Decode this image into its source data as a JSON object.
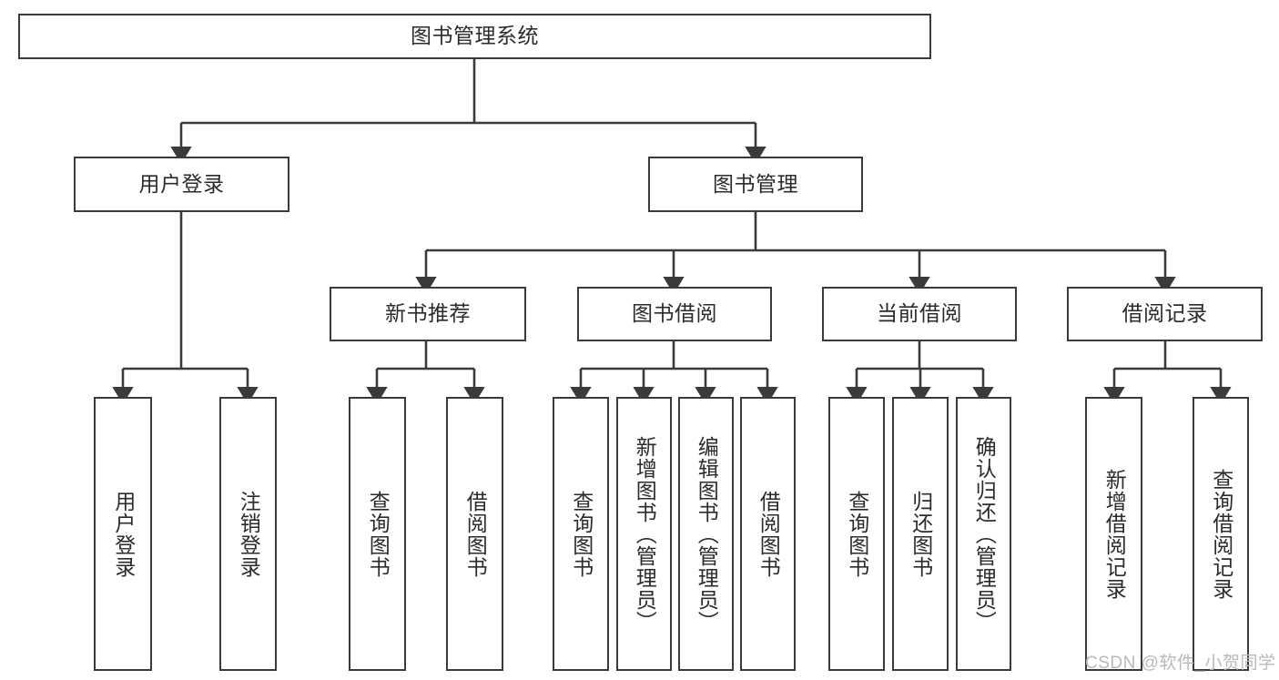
{
  "diagram": {
    "title": "图书管理系统",
    "watermark": "CSDN @软件_小贺同学",
    "line_color": "#3a3a3a",
    "box_border_color": "#3a3a3a",
    "box_fill_color": "#ffffff",
    "text_color": "#2b2b2b",
    "watermark_color": "#b9b9b9",
    "root": {
      "label": "图书管理系统"
    },
    "level2": [
      {
        "label": "用户登录"
      },
      {
        "label": "图书管理"
      }
    ],
    "level3": [
      {
        "label": "新书推荐"
      },
      {
        "label": "图书借阅"
      },
      {
        "label": "当前借阅"
      },
      {
        "label": "借阅记录"
      }
    ],
    "leaves": {
      "user_login": [
        {
          "label": "用户登录"
        },
        {
          "label": "注销登录"
        }
      ],
      "new_book_recommend": [
        {
          "label": "查询图书"
        },
        {
          "label": "借阅图书"
        }
      ],
      "book_borrow": [
        {
          "label": "查询图书"
        },
        {
          "label": "新增图书（管理员）"
        },
        {
          "label": "编辑图书（管理员）"
        },
        {
          "label": "借阅图书"
        }
      ],
      "current_borrow": [
        {
          "label": "查询图书"
        },
        {
          "label": "归还图书"
        },
        {
          "label": "确认归还（管理员）"
        }
      ],
      "borrow_record": [
        {
          "label": "新增借阅记录"
        },
        {
          "label": "查询借阅记录"
        }
      ]
    }
  }
}
